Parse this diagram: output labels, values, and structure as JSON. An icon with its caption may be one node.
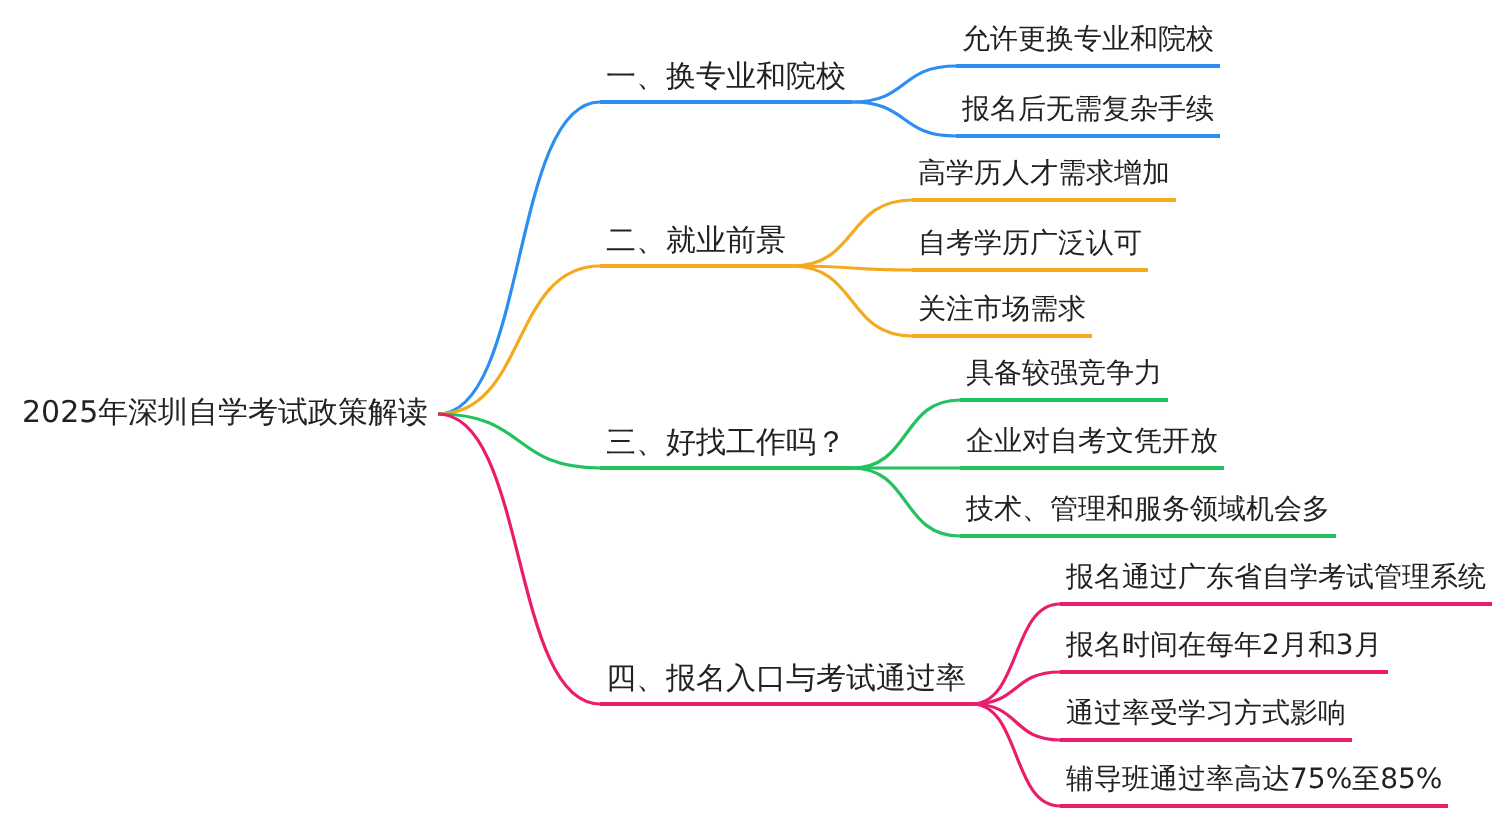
{
  "diagram": {
    "nodes": [
      {
        "text": [
          "2025年深圳自学考试政策解读"
        ]
      },
      {
        "text": [
          "一、换专业和院校"
        ]
      },
      {
        "text": [
          "允许更换专业和院校"
        ]
      },
      {
        "text": [
          "报名后无需复杂手续"
        ]
      },
      {
        "text": [
          "二、就业前景"
        ]
      },
      {
        "text": [
          "高学历人才需求增加"
        ]
      },
      {
        "text": [
          "自考学历广泛认可"
        ]
      },
      {
        "text": [
          "关注市场需求"
        ]
      },
      {
        "text": [
          "三、好找工作吗？"
        ]
      },
      {
        "text": [
          "具备较强竞争力"
        ]
      },
      {
        "text": [
          "企业对自考文凭开放"
        ]
      },
      {
        "text": [
          "技术、管理和服务领域机会多"
        ]
      },
      {
        "text": [
          "四、报名入口与考试通过率"
        ]
      },
      {
        "text": [
          "报名通过广东省自学考试管理系统"
        ]
      },
      {
        "text": [
          "报名时间在每年2月和3月"
        ]
      },
      {
        "text": [
          "通过率受学习方式影响"
        ]
      },
      {
        "text": [
          "辅导班通过率高达75%至85%"
        ]
      }
    ],
    "edges": [
      {
        "from": 0,
        "to": 1,
        "arrow": "none",
        "color": "#2b8ef0"
      },
      {
        "from": 1,
        "to": 2,
        "arrow": "none",
        "color": "#2b8ef0"
      },
      {
        "from": 1,
        "to": 3,
        "arrow": "none",
        "color": "#2b8ef0"
      },
      {
        "from": 0,
        "to": 4,
        "arrow": "none",
        "color": "#f5a91c"
      },
      {
        "from": 4,
        "to": 5,
        "arrow": "none",
        "color": "#f5a91c"
      },
      {
        "from": 4,
        "to": 6,
        "arrow": "none",
        "color": "#f5a91c"
      },
      {
        "from": 4,
        "to": 7,
        "arrow": "none",
        "color": "#f5a91c"
      },
      {
        "from": 0,
        "to": 8,
        "arrow": "none",
        "color": "#22c35e"
      },
      {
        "from": 8,
        "to": 9,
        "arrow": "none",
        "color": "#22c35e"
      },
      {
        "from": 8,
        "to": 10,
        "arrow": "none",
        "color": "#22c35e"
      },
      {
        "from": 8,
        "to": 11,
        "arrow": "none",
        "color": "#22c35e"
      },
      {
        "from": 0,
        "to": 12,
        "arrow": "none",
        "color": "#ec1c6c"
      },
      {
        "from": 12,
        "to": 13,
        "arrow": "none",
        "color": "#ec1c6c"
      },
      {
        "from": 12,
        "to": 14,
        "arrow": "none",
        "color": "#ec1c6c"
      },
      {
        "from": 12,
        "to": 15,
        "arrow": "none",
        "color": "#ec1c6c"
      },
      {
        "from": 12,
        "to": 16,
        "arrow": "none",
        "color": "#ec1c6c"
      }
    ]
  }
}
